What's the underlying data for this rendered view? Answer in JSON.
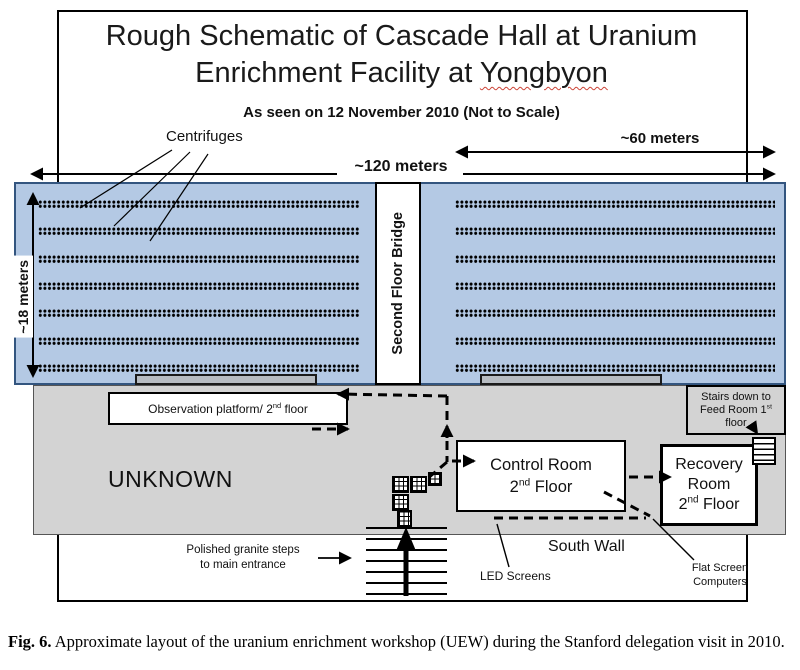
{
  "colors": {
    "cascade_hall_blue": "#b4c9e4",
    "hall_border_blue": "#33557f",
    "floor_gray": "#d3d3d3",
    "platform_gray": "#b7bcc2",
    "spellcheck_underline_red": "#cc4437"
  },
  "title": {
    "line1": "Rough Schematic of Cascade Hall at Uranium",
    "line2_prefix": "Enrichment Facility at ",
    "line2_underlined": "Yongbyon"
  },
  "subtitle": "As seen on 12 November 2010 (Not to Scale)",
  "dimensions": {
    "width_total": "~120 meters",
    "width_right": "~60 meters",
    "height_hall": "~18 meters"
  },
  "cascade": {
    "rows_per_block": 7,
    "centrifuges_label": "Centrifuges",
    "bridge_label": "Second Floor Bridge"
  },
  "floor": {
    "unknown_label": "UNKNOWN",
    "observation_platform": {
      "pre": "Observation platform/ 2",
      "sup": "nd",
      "post": " floor"
    },
    "control_room": {
      "line1": "Control Room",
      "line2_pre": "2",
      "line2_sup": "nd",
      "line2_post": " Floor"
    },
    "recovery_room": {
      "line1": "Recovery",
      "line2": "Room",
      "line3_pre": "2",
      "line3_sup": "nd",
      "line3_post": " Floor"
    },
    "stairs": {
      "line1": "Stairs down to",
      "line2_pre": "Feed Room 1",
      "line2_sup": "st",
      "line3": "floor"
    },
    "south_wall": "South Wall",
    "led_screens": "LED Screens",
    "flat_screens": {
      "line1": "Flat Screen",
      "line2": "Computers"
    },
    "granite_steps": {
      "line1": "Polished granite steps",
      "line2": "to main entrance"
    }
  },
  "caption": {
    "fig_label": "Fig. 6.",
    "text_rest": " Approximate layout of the uranium enrichment workshop (UEW) during the Stanford delegation visit in 2010."
  }
}
